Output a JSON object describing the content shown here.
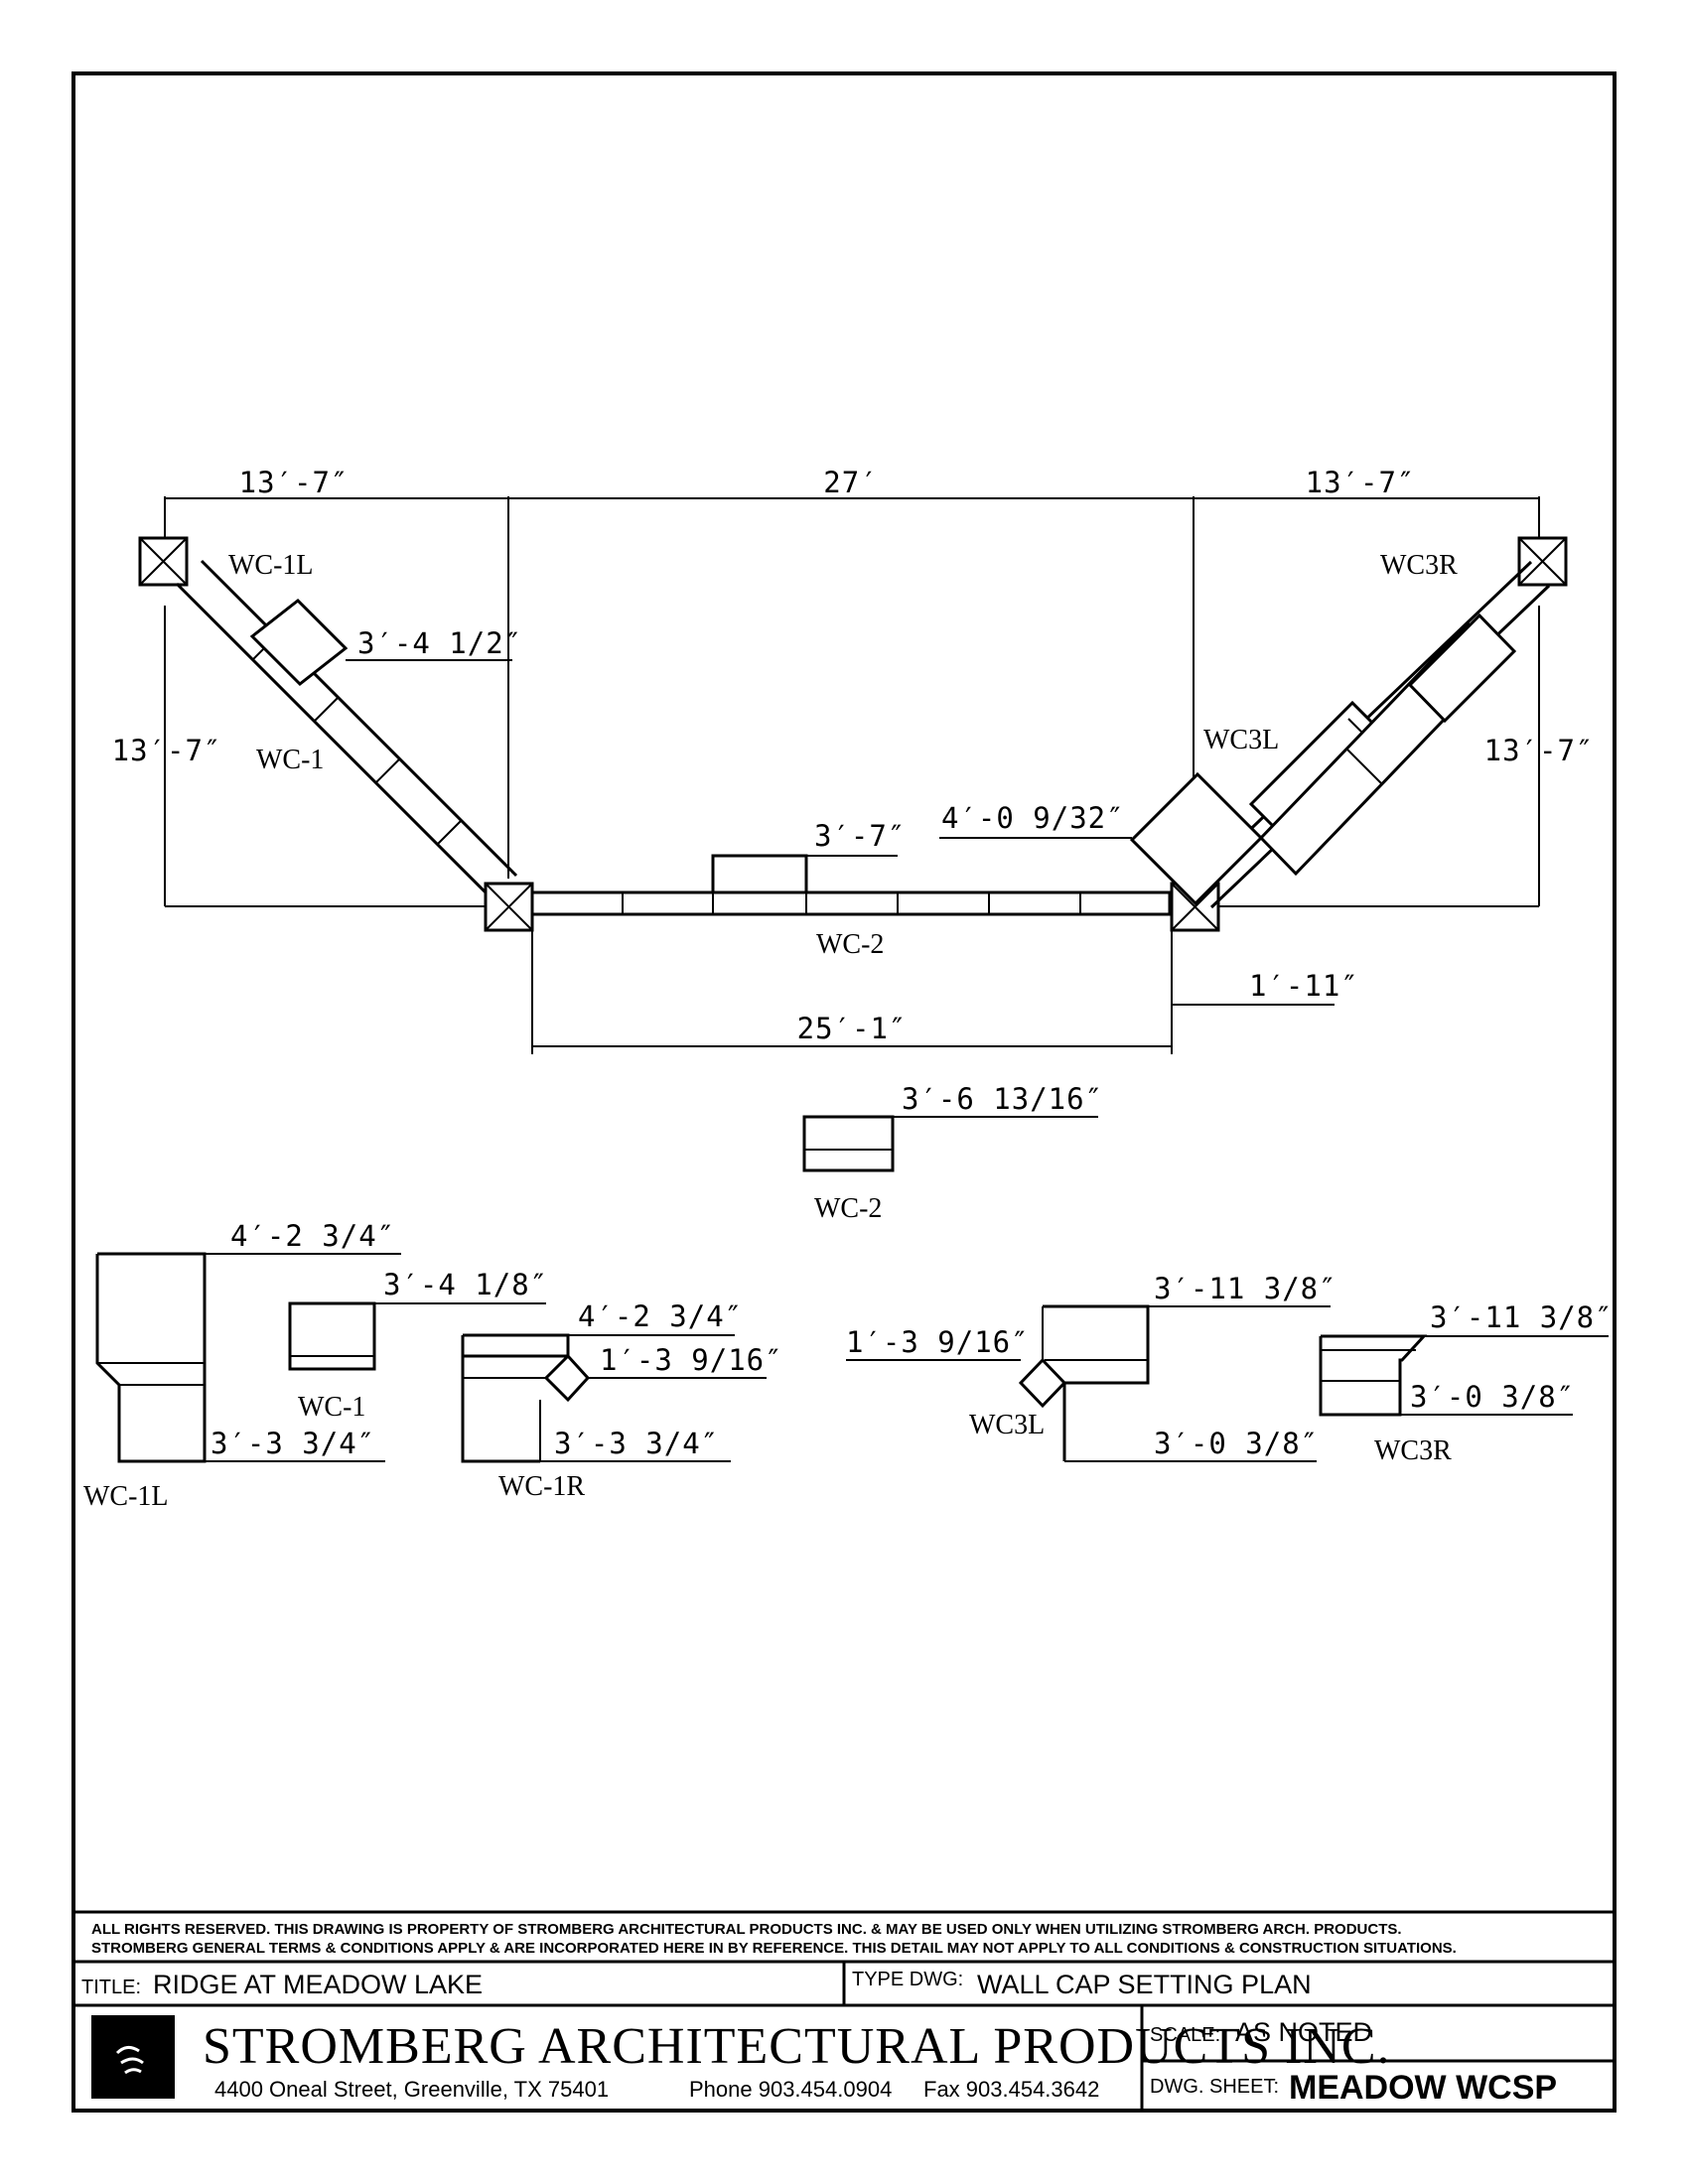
{
  "plan": {
    "dim_top_left": "13′-7″",
    "dim_top_mid": "27′",
    "dim_top_right": "13′-7″",
    "dim_left_side": "13′-7″",
    "dim_right_side": "13′-7″",
    "dim_wc1_seg": "3′-4 1/2″",
    "dim_wc2_seg": "3′-7″",
    "dim_wc3l": "4′-0 9/32″",
    "dim_offset": "1′-11″",
    "dim_bottom": "25′-1″",
    "label_wc1l": "WC-1L",
    "label_wc1": "WC-1",
    "label_wc2": "WC-2",
    "label_wc3l": "WC3L",
    "label_wc3r": "WC3R"
  },
  "details": {
    "wc2_dim": "3′-6 13/16″",
    "wc2_label": "WC-2",
    "wc1l_dim_top": "4′-2 3/4″",
    "wc1l_dim_bottom": "3′-3 3/4″",
    "wc1l_label": "WC-1L",
    "wc1_dim": "3′-4 1/8″",
    "wc1_label": "WC-1",
    "wc1r_dim_top": "4′-2 3/4″",
    "wc1r_dim_corner": "1′-3 9/16″",
    "wc1r_dim_bottom": "3′-3 3/4″",
    "wc1r_label": "WC-1R",
    "wc3l_dim_top": "3′-11 3/8″",
    "wc3l_dim_corner": "1′-3 9/16″",
    "wc3l_dim_bottom": "3′-0 3/8″",
    "wc3l_label": "WC3L",
    "wc3r_dim_top": "3′-11 3/8″",
    "wc3r_dim_bottom": "3′-0 3/8″",
    "wc3r_label": "WC3R"
  },
  "titleblock": {
    "rights_line1": "ALL RIGHTS RESERVED. THIS DRAWING IS PROPERTY OF STROMBERG ARCHITECTURAL PRODUCTS INC. & MAY BE USED ONLY WHEN UTILIZING STROMBERG ARCH. PRODUCTS.",
    "rights_line2": "STROMBERG GENERAL TERMS & CONDITIONS APPLY & ARE INCORPORATED HERE IN BY REFERENCE. THIS DETAIL MAY NOT APPLY TO ALL CONDITIONS & CONSTRUCTION SITUATIONS.",
    "title_key": "TITLE:",
    "title_val": "RIDGE AT MEADOW LAKE",
    "type_key": "TYPE DWG:",
    "type_val": "WALL CAP SETTING PLAN",
    "company": "STROMBERG ARCHITECTURAL PRODUCTS INC.",
    "address": "4400 Oneal Street, Greenville, TX  75401",
    "phone": "Phone 903.454.0904",
    "fax": "Fax 903.454.3642",
    "scale_key": "SCALE:",
    "scale_val": "AS NOTED",
    "sheet_key": "DWG. SHEET:",
    "sheet_val": "MEADOW WCSP"
  }
}
